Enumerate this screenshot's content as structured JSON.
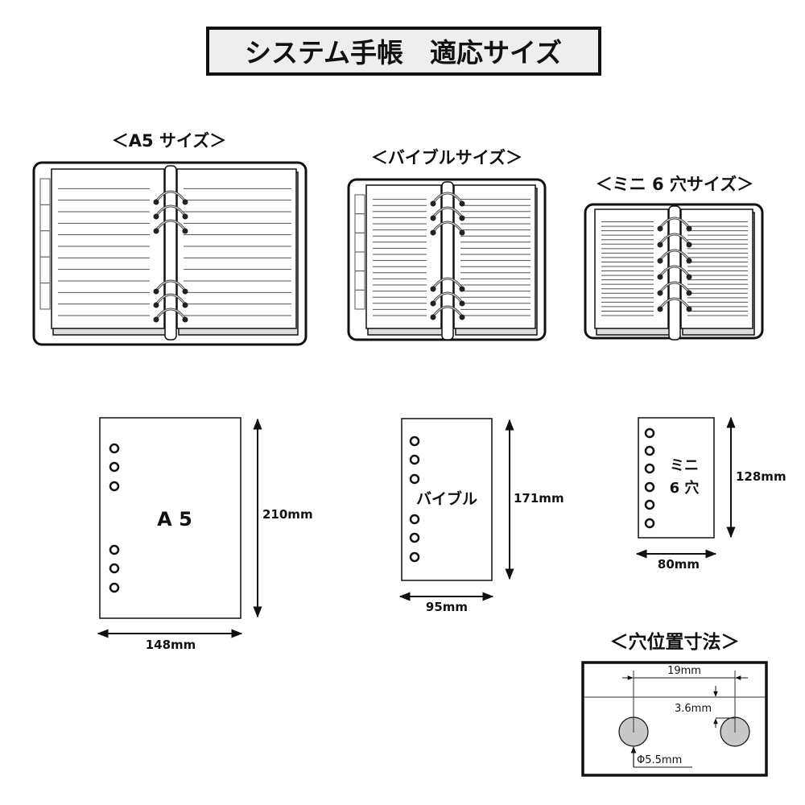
{
  "title": "システム手帳　適応サイズ",
  "binders": {
    "a5_label": "＜A5 サイズ＞",
    "bible_label": "＜バイブルサイズ＞",
    "mini_label": "＜ミニ 6 穴サイズ＞"
  },
  "sheets": {
    "a5": {
      "name": "A 5",
      "height": "210mm",
      "width": "148mm"
    },
    "bible": {
      "name": "バイブル",
      "height": "171mm",
      "width": "95mm"
    },
    "mini": {
      "name_line1": "ミニ",
      "name_line2": "6 穴",
      "height": "128mm",
      "width": "80mm"
    }
  },
  "hole_spec": {
    "title": "＜穴位置寸法＞",
    "pitch": "19mm",
    "edge_distance": "3.6mm",
    "diameter": "Φ5.5mm"
  },
  "colors": {
    "hole_fill": "#c8c8c8",
    "title_bg": "#eeeeee",
    "stroke": "#222222"
  }
}
